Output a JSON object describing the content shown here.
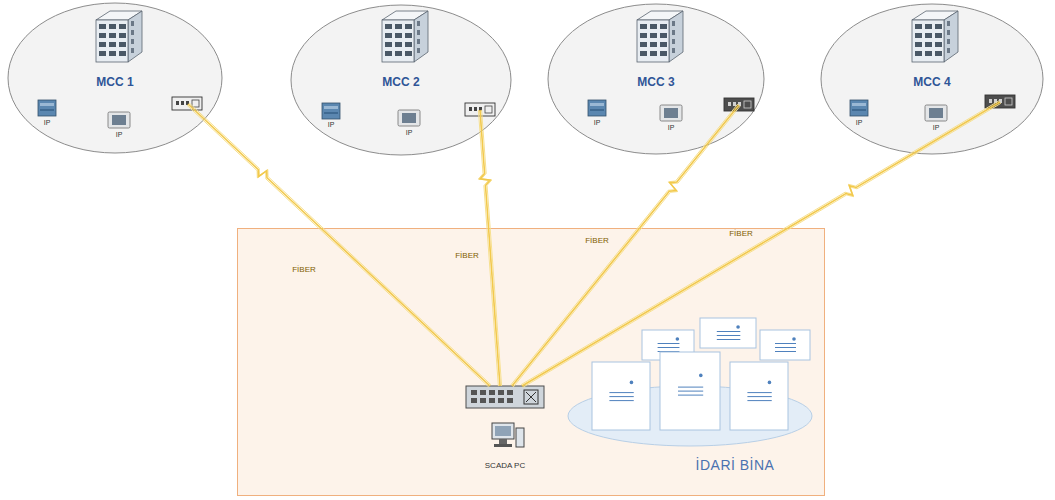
{
  "diagram": {
    "nodes": [
      {
        "text": [
          "MCC 1",
          "IP",
          "IP"
        ]
      },
      {
        "text": [
          "MCC 2",
          "IP",
          "IP"
        ]
      },
      {
        "text": [
          "MCC 3",
          "IP",
          "IP"
        ]
      },
      {
        "text": [
          "MCC 4",
          "IP",
          "IP"
        ]
      },
      {
        "text": [
          "SCADA PC",
          "İDARİ BİNA"
        ]
      }
    ],
    "edges": [
      {
        "from": 0,
        "to": 4,
        "arrow": "none",
        "label": "FİBER"
      },
      {
        "from": 1,
        "to": 4,
        "arrow": "none",
        "label": "FİBER"
      },
      {
        "from": 2,
        "to": 4,
        "arrow": "none",
        "label": "FİBER"
      },
      {
        "from": 3,
        "to": 4,
        "arrow": "none",
        "label": "FİBER"
      }
    ]
  }
}
